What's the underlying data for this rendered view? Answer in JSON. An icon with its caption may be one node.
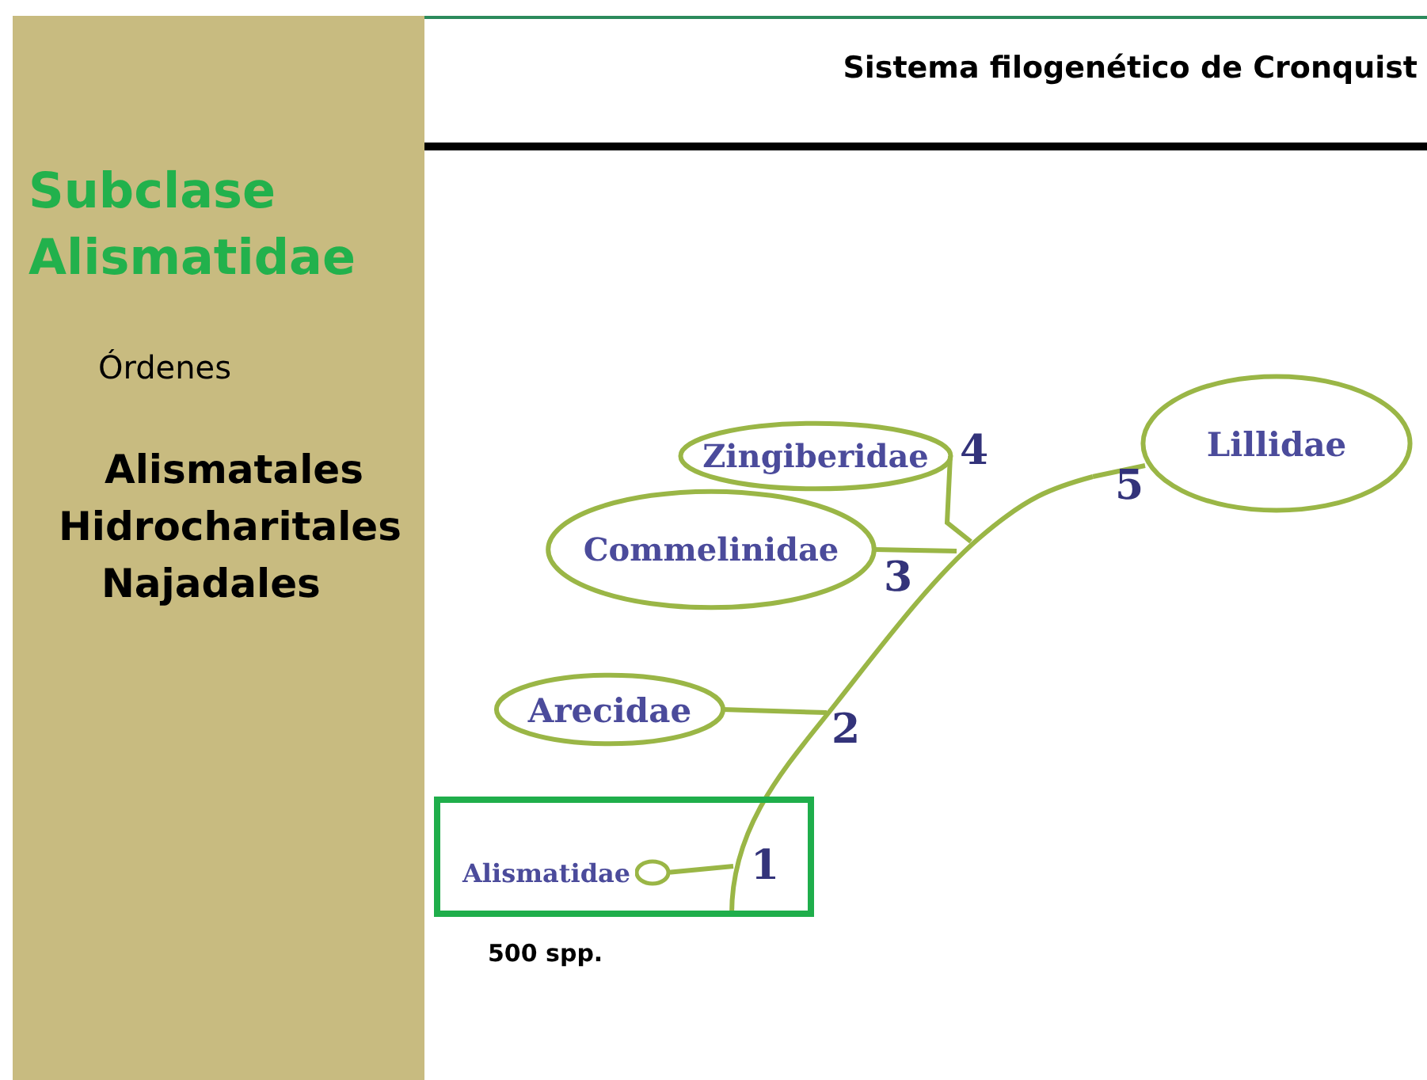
{
  "diagram": {
    "title": "Sistema filogenético de Cronquist",
    "nodes": [
      {
        "text": [
          "Zingiberidae"
        ]
      },
      {
        "text": [
          "Lillidae"
        ]
      },
      {
        "text": [
          "Commelinidae"
        ]
      },
      {
        "text": [
          "Arecidae"
        ]
      },
      {
        "text": [],
        "shape": "box",
        "beside": [
          "500 spp."
        ]
      },
      {
        "text": [
          "Alismatidae"
        ],
        "in": 4
      },
      {
        "text": [],
        "shape": "stem"
      }
    ],
    "edges": [
      {
        "from": 6,
        "to": 0,
        "arrow": "none"
      },
      {
        "from": 6,
        "to": 1,
        "arrow": "none"
      },
      {
        "from": 6,
        "to": 2,
        "arrow": "none"
      },
      {
        "from": 6,
        "to": 3,
        "arrow": "none"
      },
      {
        "from": 6,
        "to": 5,
        "arrow": "none"
      }
    ],
    "labels": [
      "Subclase Alismatidae",
      "Órdenes",
      "Alismatales",
      "Hidrocharitales",
      "Najadales",
      "4",
      "5",
      "3",
      "2",
      "1"
    ]
  }
}
